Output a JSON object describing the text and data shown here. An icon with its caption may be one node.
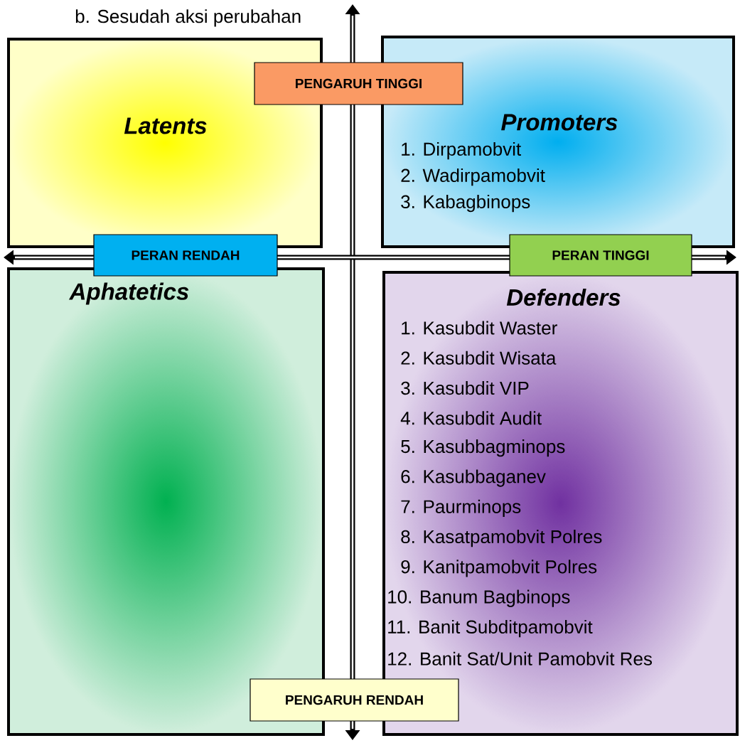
{
  "diagram": {
    "title": "b. Sesudah aksi perubahan",
    "nodes": [
      {
        "text": [
          "Latents"
        ]
      },
      {
        "text": [
          "Promoters",
          "1. Dirpamobvit",
          "2. Wadirpamobvit",
          "3. Kabagbinops"
        ]
      },
      {
        "text": [
          "Aphatetics"
        ]
      },
      {
        "text": [
          "Defenders",
          "1. Kasubdit Waster",
          "2. Kasubdit Wisata",
          "3. Kasubdit VIP",
          "4. Kasubdit Audit",
          "5. Kasubbagminops",
          "6. Kasubbaganev",
          "7. Paurminops",
          "8. Kasatpamobvit Polres",
          "9. Kanitpamobvit Polres",
          "10. Banum Bagbinops",
          "11. Banit Subditpamobvit",
          "12. Banit Sat/Unit Pamobvit Res"
        ]
      },
      {
        "text": [
          "PENGARUH TINGGI"
        ]
      },
      {
        "text": [
          "PERAN RENDAH"
        ]
      },
      {
        "text": [
          "PERAN TINGGI"
        ]
      },
      {
        "text": [
          "PENGARUH RENDAH"
        ]
      }
    ]
  }
}
